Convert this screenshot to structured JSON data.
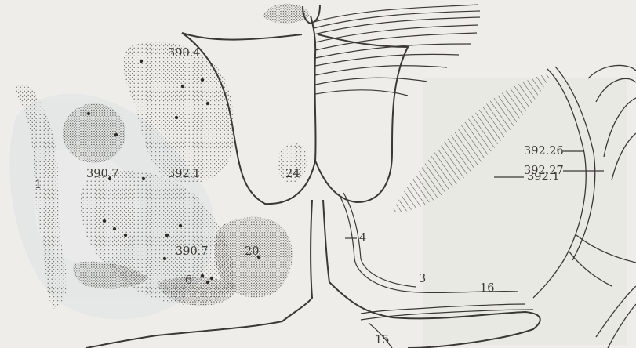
{
  "labels": {
    "l_390_4": "390.4",
    "l_390_7_top": "390.7",
    "l_392_1_left": "392.1",
    "l_24": "24",
    "l_1": "1",
    "l_390_7_bottom": "390.7",
    "l_20": "20",
    "l_6": "6",
    "l_392_1_right": "392.1",
    "l_392_26": "392.26",
    "l_392_27": "392.27",
    "l_4": "4",
    "l_3": "3",
    "l_16": "16",
    "l_15": "15"
  },
  "colors": {
    "ink": "#3a3835",
    "paper": "#eeede9",
    "shade": "#d9dde0",
    "stipple": "#5c5955"
  }
}
